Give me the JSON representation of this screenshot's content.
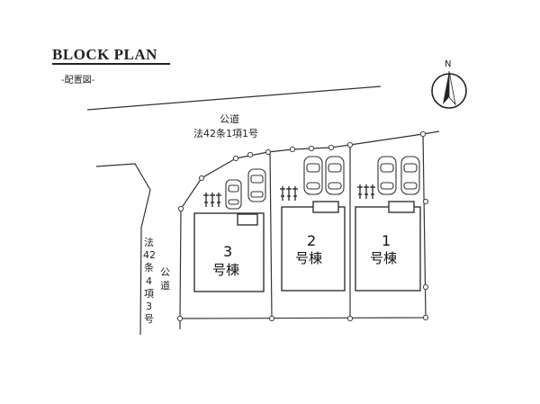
{
  "header": {
    "title": "BLOCK PLAN",
    "subtitle": "-配置図-"
  },
  "north": {
    "label": "N"
  },
  "roads": {
    "north_name": "公道",
    "north_article": "法42条1項1号",
    "west_name": "公道",
    "west_article": "法42条4項3号"
  },
  "lots": [
    {
      "number": "3",
      "label": "号棟"
    },
    {
      "number": "2",
      "label": "号棟"
    },
    {
      "number": "1",
      "label": "号棟"
    }
  ]
}
